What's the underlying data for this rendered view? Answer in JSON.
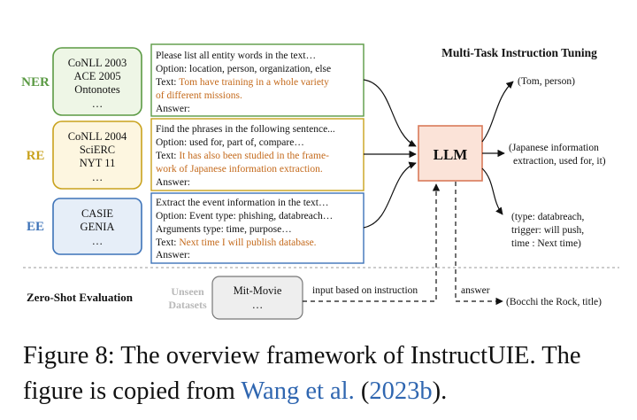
{
  "title": "Multi-Task Instruction Tuning",
  "tasks": [
    {
      "label": "NER",
      "color": "#5b9a44",
      "datasets": [
        "CoNLL 2003",
        "ACE 2005",
        "Ontonotes",
        "…"
      ],
      "prompt": {
        "line1": "Please list all entity words in the text…",
        "line2": "Option: location, person, organization, else",
        "text_prefix": "Text:",
        "text_value_1": " Tom have training in a whole variety",
        "text_value_2": "of different missions.",
        "answer": "Answer:"
      },
      "output": [
        "(Tom, person)"
      ]
    },
    {
      "label": "RE",
      "color": "#c9a21d",
      "datasets": [
        "CoNLL 2004",
        "SciERC",
        "NYT 11",
        "…"
      ],
      "prompt": {
        "line1": "Find the phrases in the following sentence...",
        "line2": "Option: used for, part of, compare…",
        "text_prefix": "Text:",
        "text_value_1": " It has also been studied in the frame-",
        "text_value_2": "work of Japanese information extraction.",
        "answer": "Answer:"
      },
      "output": [
        "(Japanese information",
        "extraction, used for, it)"
      ]
    },
    {
      "label": "EE",
      "color": "#3d73b8",
      "datasets": [
        "CASIE",
        "GENIA",
        "…"
      ],
      "prompt": {
        "line1": "Extract the event information in the text…",
        "line2": "Option: Event type: phishing, databreach…",
        "line3": "Arguments type: time, purpose…",
        "text_prefix": "Text:",
        "text_value_1": " Next time I will publish database.",
        "answer": "Answer:"
      },
      "output": [
        "(type: databreach,",
        "trigger: will push,",
        "time : Next time)"
      ]
    }
  ],
  "llm_label": "LLM",
  "zero_shot": {
    "label": "Zero-Shot Evaluation",
    "unseen_1": "Unseen",
    "unseen_2": "Datasets",
    "dataset_1": "Mit-Movie",
    "dataset_2": "…",
    "input_label": "input based on instruction",
    "answer_label": "answer",
    "output": "(Bocchi the Rock, title)"
  },
  "caption": {
    "prefix": "Figure 8: The overview framework of InstructUIE. The figure is copied from ",
    "cite_author": "Wang et al.",
    "open": " (",
    "cite_year": "2023b",
    "close": ")."
  },
  "colors": {
    "ner_fill": "#eef6e6",
    "re_fill": "#fdf6e0",
    "ee_fill": "#e6eef8",
    "llm_fill": "#fbe3d8",
    "llm_stroke": "#d97a5a",
    "highlight_text": "#c46a1c"
  }
}
